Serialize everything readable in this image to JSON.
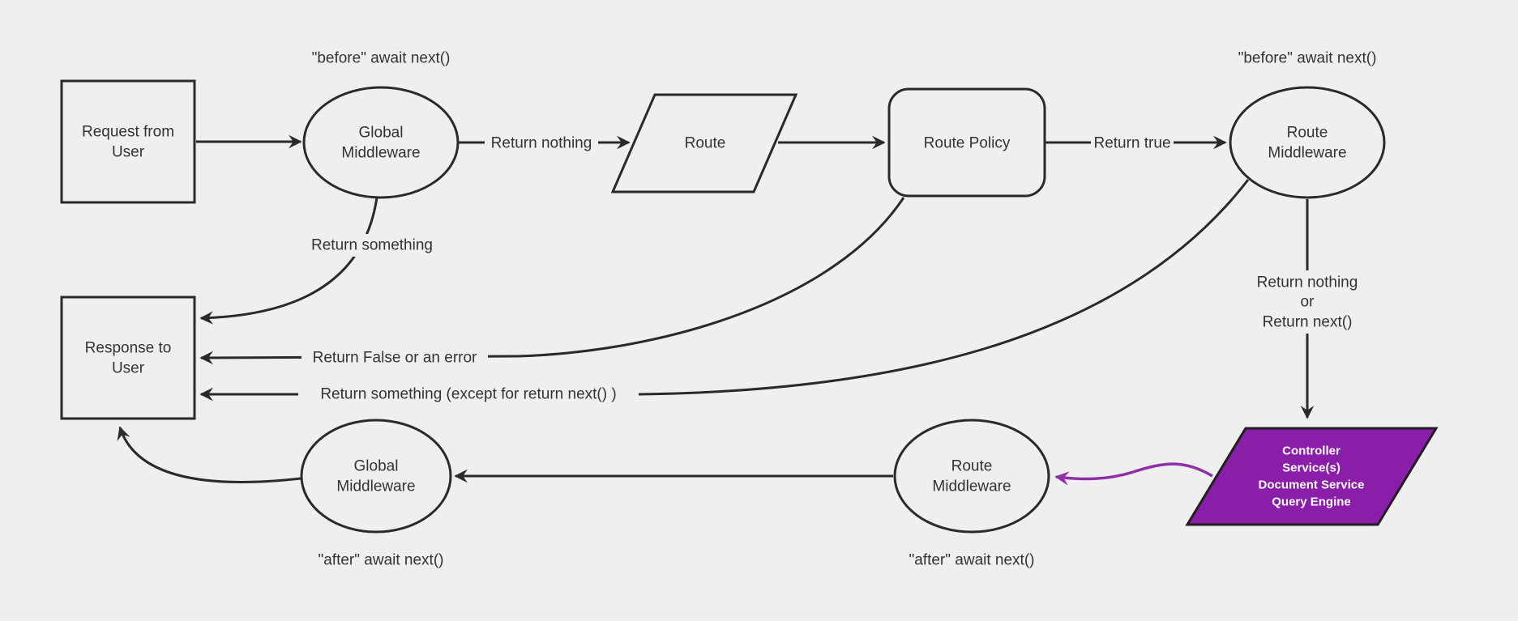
{
  "colors": {
    "background": "#efefef",
    "stroke": "#2a2a2a",
    "text": "#333333",
    "controller_fill": "#8a1ea8",
    "controller_text": "#ffffff",
    "purple_link": "#9030a8"
  },
  "diagram": {
    "nodes": {
      "request": {
        "shape": "rectangle",
        "lines": [
          "Request from",
          "User"
        ]
      },
      "global_middleware_top": {
        "shape": "ellipse",
        "lines": [
          "Global",
          "Middleware"
        ]
      },
      "route": {
        "shape": "parallelogram",
        "lines": [
          "Route"
        ]
      },
      "route_policy": {
        "shape": "rounded-rectangle",
        "lines": [
          "Route Policy"
        ]
      },
      "route_middleware_top": {
        "shape": "ellipse",
        "lines": [
          "Route",
          "Middleware"
        ]
      },
      "response": {
        "shape": "rectangle",
        "lines": [
          "Response to",
          "User"
        ]
      },
      "controller": {
        "shape": "parallelogram",
        "lines": [
          "Controller",
          "Service(s)",
          "Document Service",
          "Query Engine"
        ]
      },
      "route_middleware_bottom": {
        "shape": "ellipse",
        "lines": [
          "Route",
          "Middleware"
        ]
      },
      "global_middleware_bottom": {
        "shape": "ellipse",
        "lines": [
          "Global",
          "Middleware"
        ]
      }
    },
    "annotations": {
      "before_left": "\"before\" await next()",
      "before_right": "\"before\" await next()",
      "after_left": "\"after\" await next()",
      "after_right": "\"after\" await next()"
    },
    "edge_labels": {
      "return_nothing": "Return nothing",
      "return_true": "Return true",
      "return_something": "Return something",
      "return_false_or_error": "Return False or an error",
      "return_something_except": "Return something (except for return next() )",
      "return_nothing_or": {
        "lines": [
          "Return nothing",
          "or",
          "Return next()"
        ]
      }
    }
  }
}
